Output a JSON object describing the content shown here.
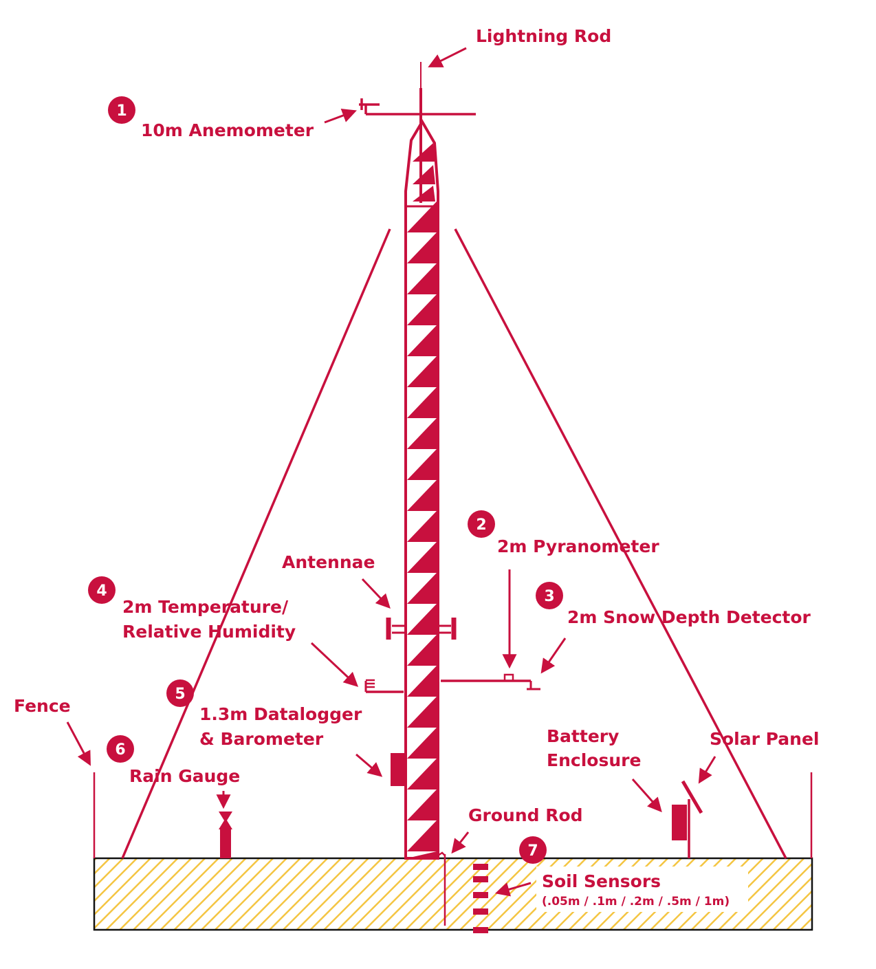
{
  "colors": {
    "primary": "#c8103e",
    "hatch": "#f4c542",
    "ground_outline": "#111111",
    "background": "#ffffff"
  },
  "labels": {
    "lightning_rod": "Lightning Rod",
    "anemometer": "10m Anemometer",
    "pyranometer": "2m Pyranometer",
    "snow_depth": "2m Snow Depth Detector",
    "temp_line1": "2m Temperature/",
    "temp_line2": "Relative Humidity",
    "antennae": "Antennae",
    "datalogger_line1": "1.3m Datalogger",
    "datalogger_line2": "& Barometer",
    "fence": "Fence",
    "rain_gauge": "Rain Gauge",
    "battery_line1": "Battery",
    "battery_line2": "Enclosure",
    "solar_panel": "Solar Panel",
    "ground_rod": "Ground Rod",
    "soil_sensors": "Soil Sensors",
    "soil_depths": "(.05m / .1m / .2m / .5m / 1m)"
  },
  "markers": {
    "m1": "1",
    "m2": "2",
    "m3": "3",
    "m4": "4",
    "m5": "5",
    "m6": "6",
    "m7": "7"
  }
}
